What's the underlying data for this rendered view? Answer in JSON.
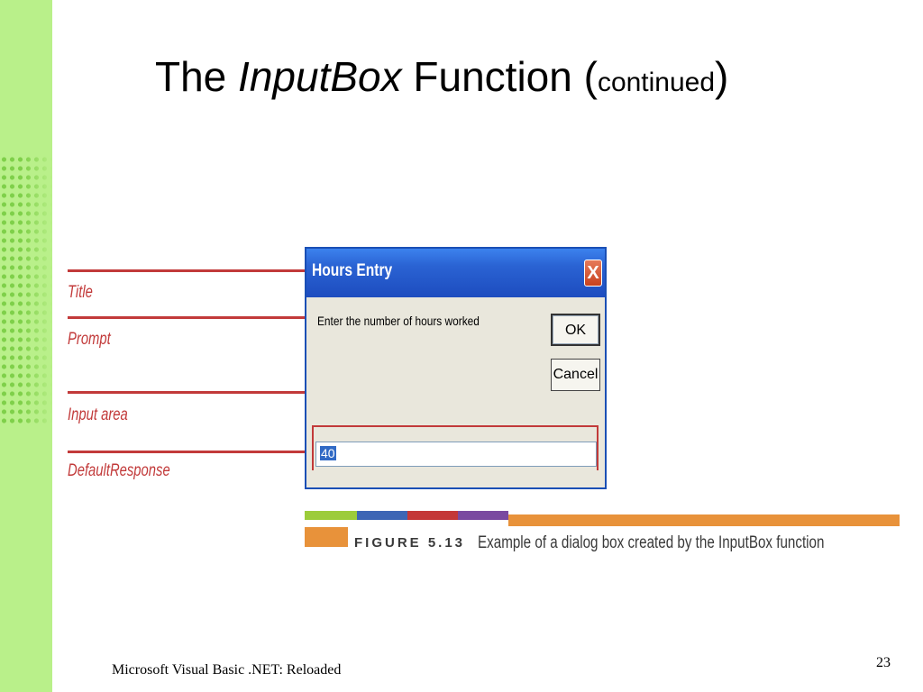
{
  "slide": {
    "title_prefix": "The",
    "title_italic": "InputBox",
    "title_middle": "Function (",
    "title_small": "continued",
    "title_suffix": ")",
    "footer": "Microsoft Visual Basic .NET: Reloaded",
    "page_number": "23"
  },
  "callouts": {
    "title": "Title",
    "prompt": "Prompt",
    "input_area": "Input area",
    "default_response": "DefaultResponse"
  },
  "dialog": {
    "title": "Hours Entry",
    "close_glyph": "X",
    "prompt": "Enter the number of hours worked",
    "ok_label": "OK",
    "cancel_label": "Cancel",
    "input_value": "40"
  },
  "figure": {
    "label": "FIGURE 5.13",
    "caption": "Example of a dialog box created by the InputBox function"
  },
  "colors": {
    "strip_green": "#b9f08a",
    "callout_red": "#c23a3a",
    "titlebar_blue": "#2a63d3",
    "caption_orange": "#e8923a"
  },
  "icons": {
    "close": "close-icon"
  }
}
